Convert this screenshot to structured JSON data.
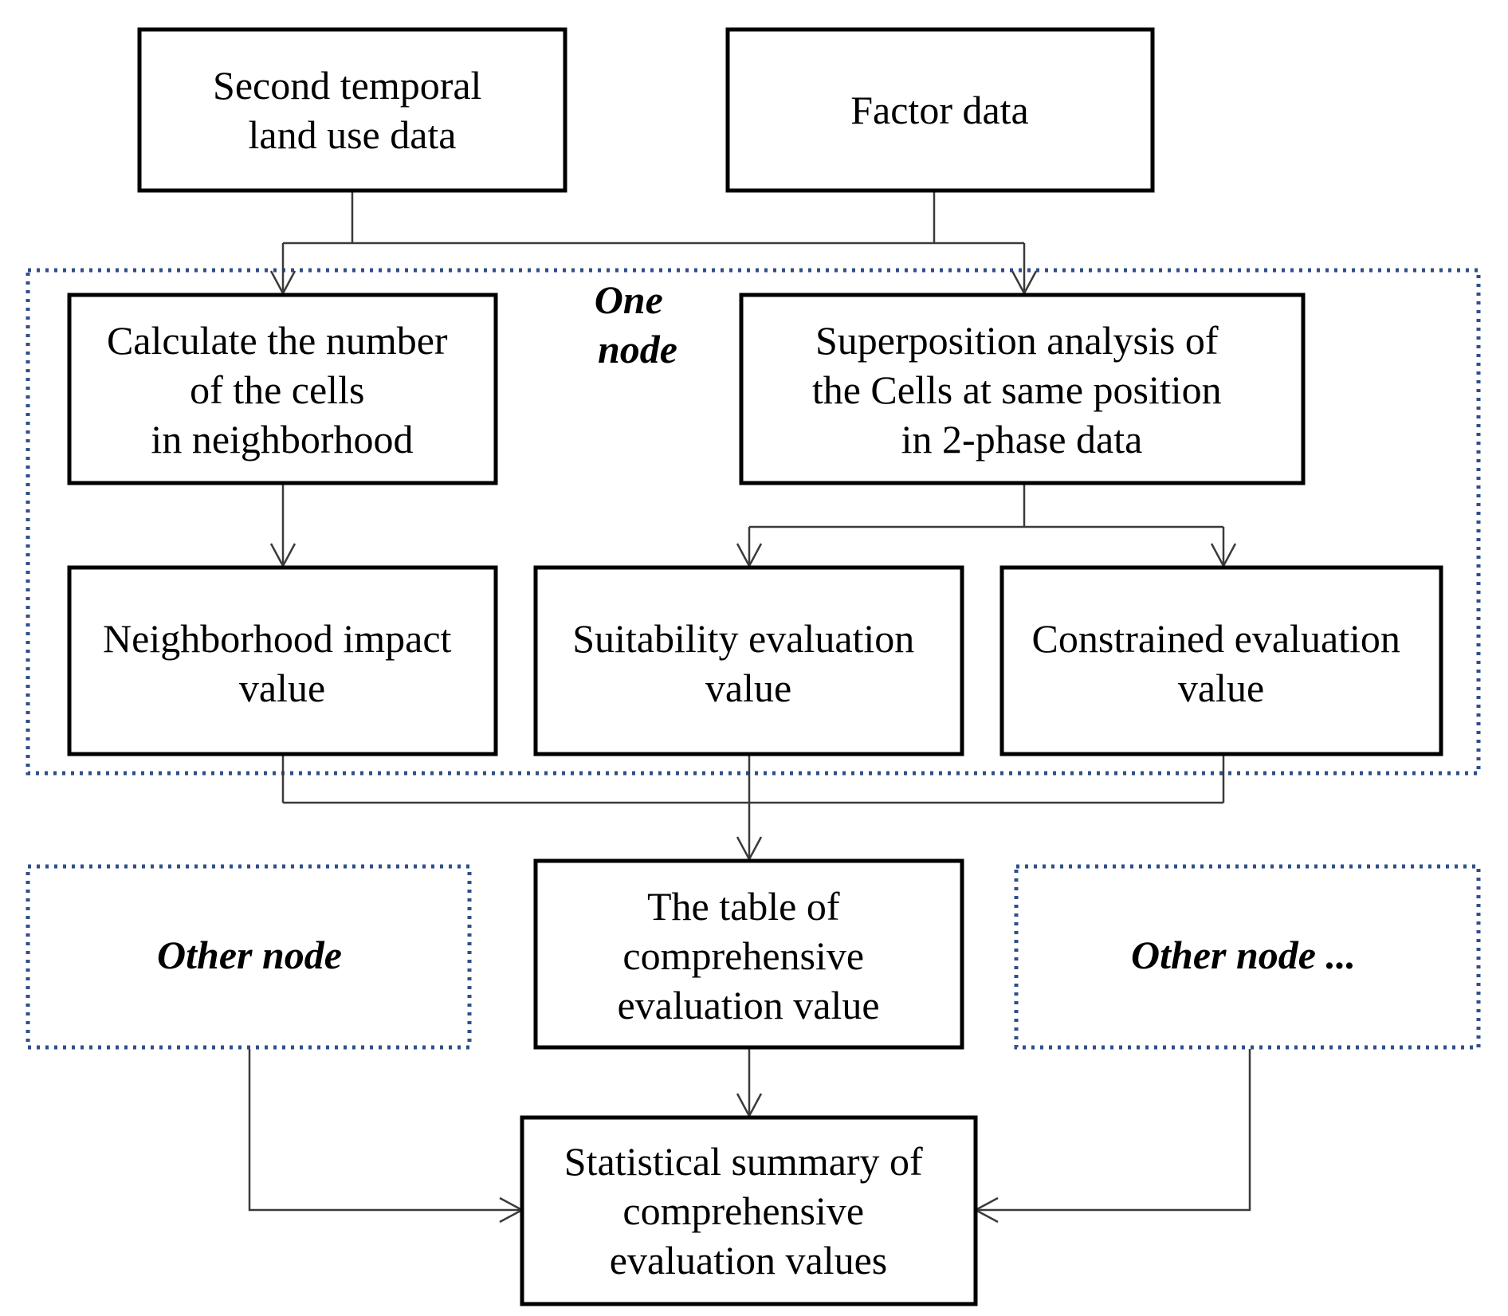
{
  "boxes": {
    "second_temporal": [
      "Second temporal",
      "land use data"
    ],
    "factor_data": [
      "Factor data"
    ],
    "calculate_cells": [
      "Calculate the number",
      "of the cells",
      "in neighborhood"
    ],
    "superposition": [
      "Superposition analysis of",
      "the Cells at same position",
      "in 2-phase data"
    ],
    "neighborhood_impact": [
      "Neighborhood impact",
      "value"
    ],
    "suitability": [
      "Suitability evaluation",
      "value"
    ],
    "constrained": [
      "Constrained evaluation",
      "value"
    ],
    "comprehensive_table": [
      "The table of",
      "comprehensive",
      "evaluation value"
    ],
    "statistical_summary": [
      "Statistical summary of",
      "comprehensive",
      "evaluation values"
    ]
  },
  "one_node_label": [
    "One",
    "node"
  ],
  "other_node_left": "Other node",
  "other_node_right": "Other node ...",
  "colors": {
    "dotted_border": "#2f4f8a",
    "box_border": "#000000",
    "connector": "#3a3a3a"
  }
}
